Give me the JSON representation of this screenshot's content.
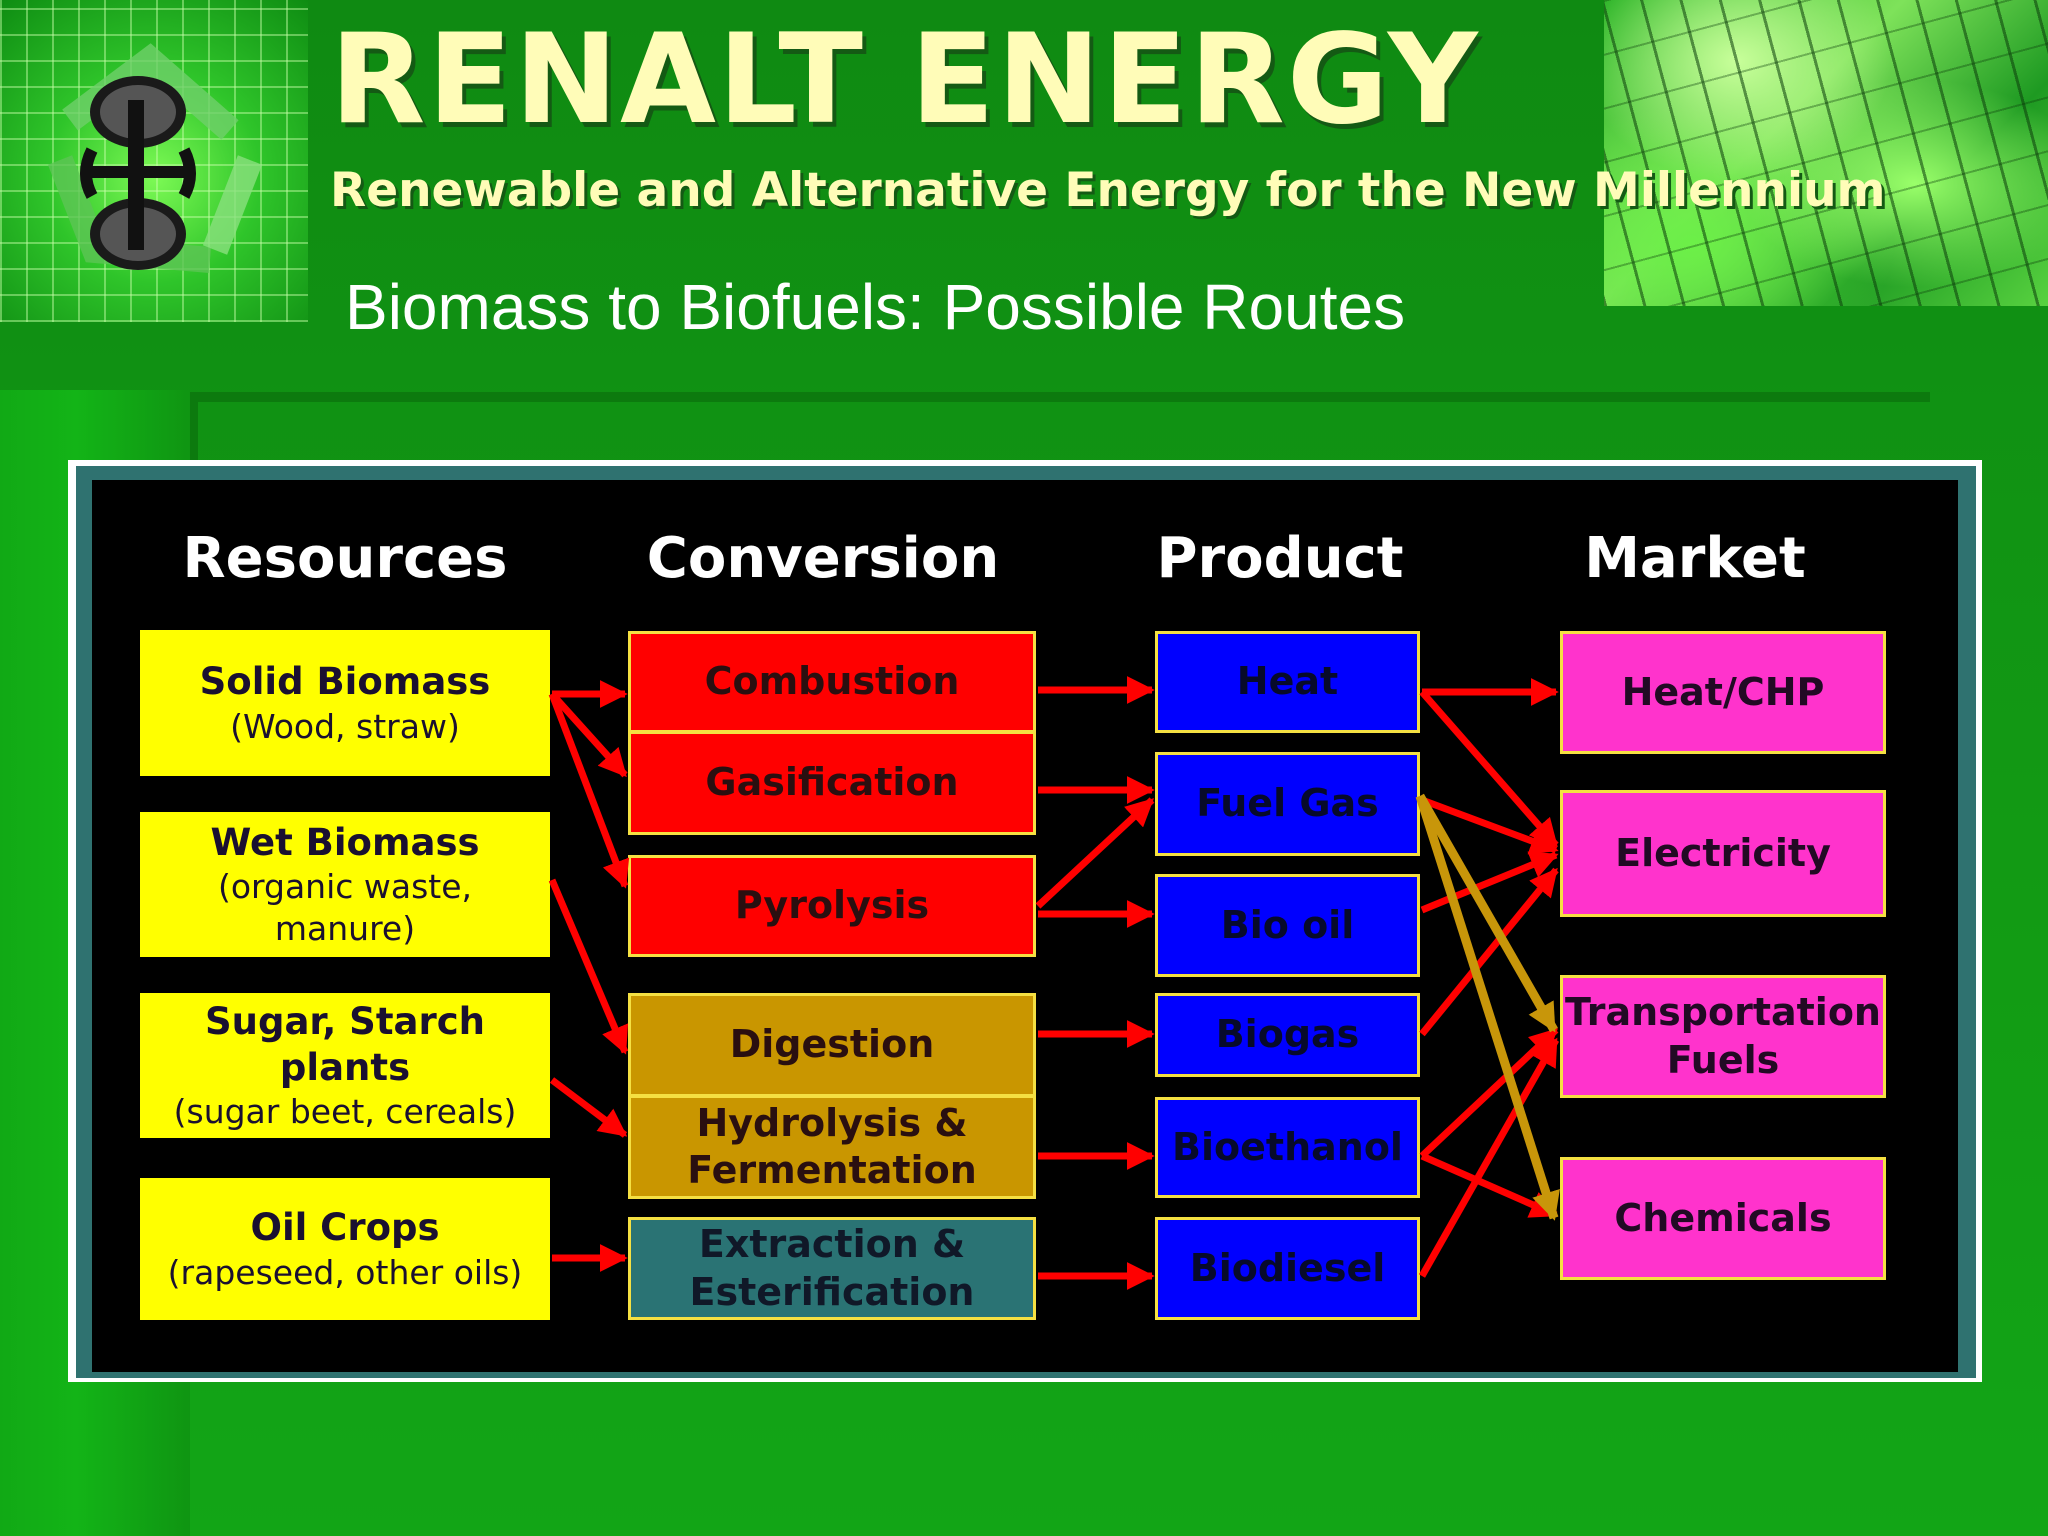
{
  "header": {
    "brand": "RENALT ENERGY",
    "tagline": "Renewable and Alternative Energy for the New Millennium",
    "title": "Biomass to Biofuels: Possible Routes"
  },
  "diagram": {
    "columns": [
      "Resources",
      "Conversion",
      "Product",
      "Market"
    ],
    "resources": [
      {
        "title": "Solid Biomass",
        "sub": "(Wood, straw)"
      },
      {
        "title": "Wet Biomass",
        "sub": "(organic waste, manure)"
      },
      {
        "title": "Sugar, Starch plants",
        "sub": "(sugar beet, cereals)"
      },
      {
        "title": "Oil Crops",
        "sub": "(rapeseed, other oils)"
      }
    ],
    "conversion": [
      {
        "line1": "Combustion",
        "line2": ""
      },
      {
        "line1": "Gasification",
        "line2": ""
      },
      {
        "line1": "Pyrolysis",
        "line2": ""
      },
      {
        "line1": "Digestion",
        "line2": ""
      },
      {
        "line1": "Hydrolysis &",
        "line2": "Fermentation"
      },
      {
        "line1": "Extraction &",
        "line2": "Esterification"
      }
    ],
    "product": [
      "Heat",
      "Fuel Gas",
      "Bio oil",
      "Biogas",
      "Bioethanol",
      "Biodiesel"
    ],
    "market": [
      {
        "line1": "Heat/CHP",
        "line2": ""
      },
      {
        "line1": "Electricity",
        "line2": ""
      },
      {
        "line1": "Transportation",
        "line2": "Fuels"
      },
      {
        "line1": "Chemicals",
        "line2": ""
      }
    ],
    "colors": {
      "resource": "#ffff00",
      "thermal_conversion": "#ff0000",
      "biochemical_conversion": "#c99600",
      "extraction": "#2a7374",
      "product": "#0000ff",
      "market": "#ff33cc",
      "arrow": "#ff0000",
      "highlight_arrow": "#c8960a"
    }
  }
}
